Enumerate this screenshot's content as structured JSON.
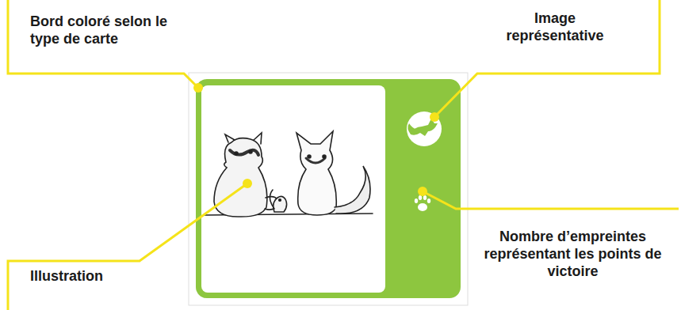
{
  "diagram": {
    "labels": [
      "Bord coloré selon le type de carte",
      "Image représentative",
      "Illustration",
      "Nombre d’empreintes représentant les points de victoire"
    ]
  }
}
